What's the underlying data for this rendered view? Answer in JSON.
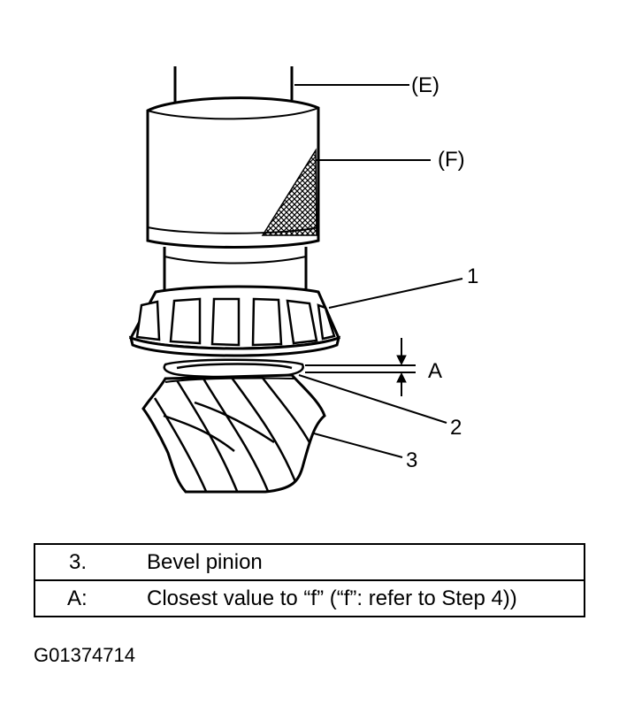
{
  "figure": {
    "callouts": {
      "E": "(E)",
      "F": "(F)",
      "one": "1",
      "two": "2",
      "three": "3",
      "A": "A"
    }
  },
  "legend": [
    {
      "key": "3.",
      "text": "Bevel pinion"
    },
    {
      "key": "A:",
      "text": "Closest value to “f” (“f”: refer to Step 4))"
    }
  ],
  "figure_code": "G01374714"
}
